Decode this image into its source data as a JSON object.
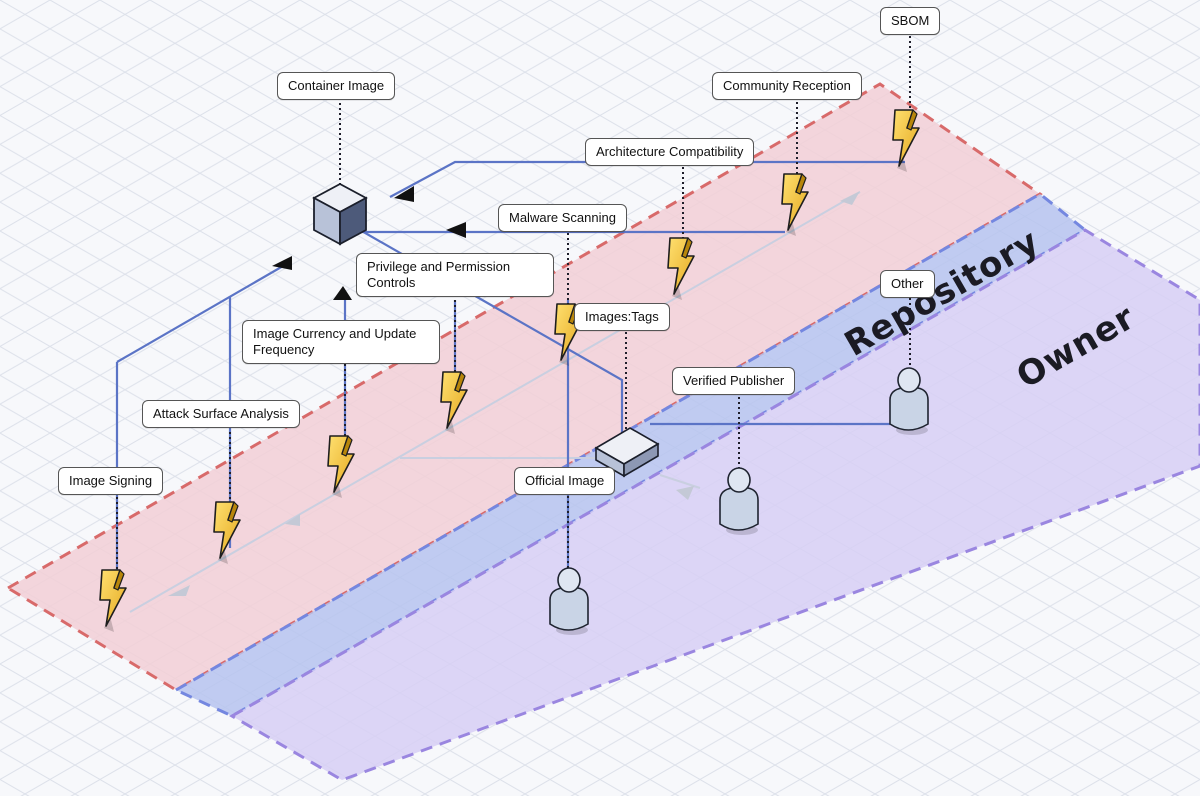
{
  "zones": {
    "repository": "Repository",
    "owner": "Owner"
  },
  "labels": {
    "sbom": "SBOM",
    "container_image": "Container Image",
    "community_reception": "Community Reception",
    "architecture_compatibility": "Architecture Compatibility",
    "malware_scanning": "Malware Scanning",
    "privilege_controls": "Privilege and Permission Controls",
    "other": "Other",
    "images_tags": "Images:Tags",
    "image_currency": "Image Currency and Update Frequency",
    "verified_publisher": "Verified Publisher",
    "attack_surface": "Attack Surface Analysis",
    "official_image": "Official Image",
    "image_signing": "Image Signing"
  },
  "colors": {
    "threat_band_fill": "#f2cfd6",
    "threat_band_border": "#d86a6a",
    "repository_band_fill": "#b6c3ef",
    "repository_band_border": "#7487e0",
    "owner_band_fill": "#d7cff5",
    "owner_band_border": "#9a86e0",
    "flow_line": "#5b74c6",
    "bolt": "#f0c030"
  },
  "icons": {
    "container_image": "cube-icon",
    "threat": "lightning-bolt-icon",
    "actor": "person-icon",
    "official_image": "server-box-icon"
  }
}
